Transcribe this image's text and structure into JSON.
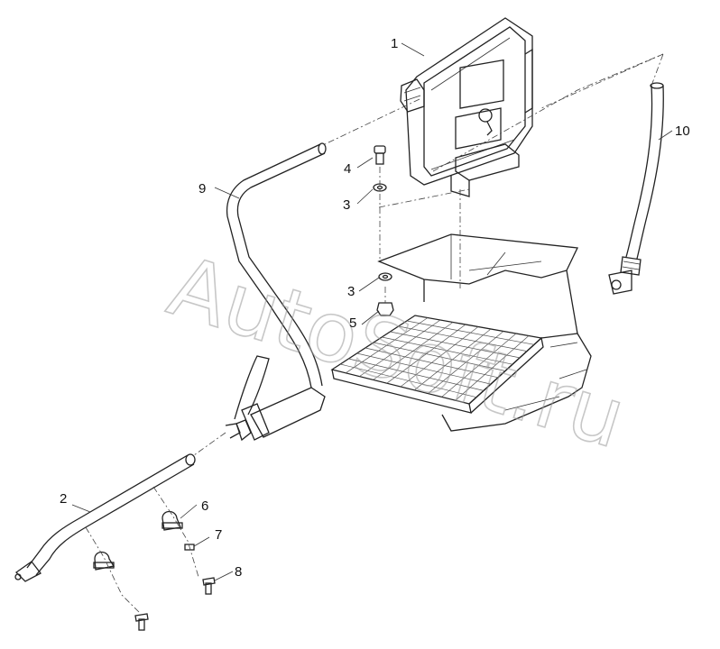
{
  "callouts": [
    {
      "num": "1"
    },
    {
      "num": "2"
    },
    {
      "num": "3"
    },
    {
      "num": "3"
    },
    {
      "num": "4"
    },
    {
      "num": "5"
    },
    {
      "num": "6"
    },
    {
      "num": "7"
    },
    {
      "num": "8"
    },
    {
      "num": "9"
    },
    {
      "num": "10"
    }
  ],
  "watermark": {
    "text": "AutoSoft.ru"
  }
}
